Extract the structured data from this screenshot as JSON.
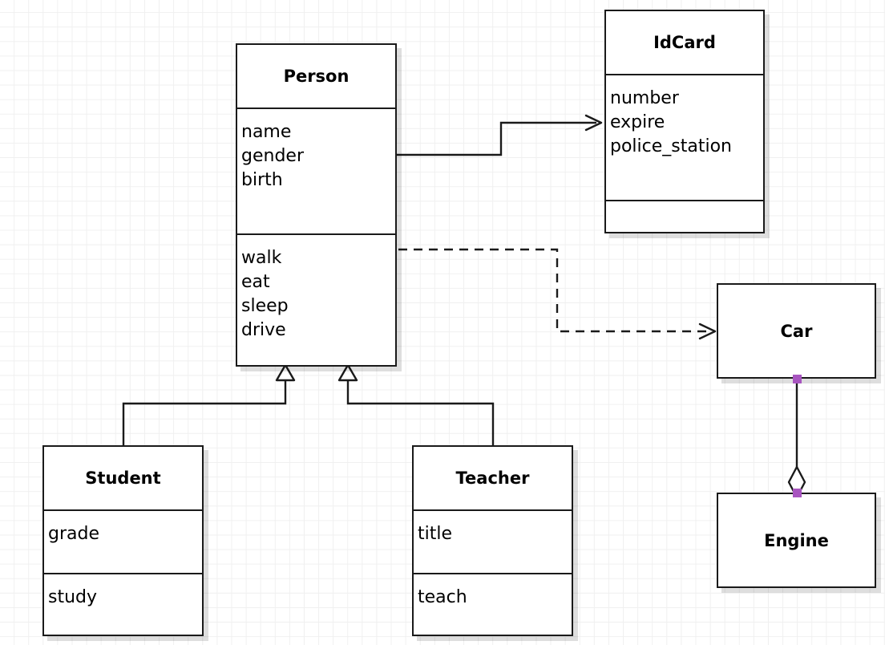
{
  "diagram": {
    "type": "uml-class-diagram",
    "background": "#ffffff",
    "grid_color": "#f0f0f0",
    "line_color": "#1a1a1a",
    "handle_color": "#a855c0",
    "classes": [
      {
        "id": "person",
        "name": "Person",
        "attributes": [
          "name",
          "gender",
          "birth"
        ],
        "methods": [
          "walk",
          "eat",
          "sleep",
          "drive"
        ]
      },
      {
        "id": "idcard",
        "name": "IdCard",
        "attributes": [
          "number",
          "expire",
          "police_station"
        ],
        "methods": []
      },
      {
        "id": "car",
        "name": "Car",
        "attributes": [],
        "methods": []
      },
      {
        "id": "engine",
        "name": "Engine",
        "attributes": [],
        "methods": []
      },
      {
        "id": "student",
        "name": "Student",
        "attributes": [
          "grade"
        ],
        "methods": [
          "study"
        ]
      },
      {
        "id": "teacher",
        "name": "Teacher",
        "attributes": [
          "title"
        ],
        "methods": [
          "teach"
        ]
      }
    ],
    "relationships": [
      {
        "id": "person-idcard",
        "kind": "association",
        "from": "Person",
        "to": "IdCard",
        "style": "solid",
        "arrowhead": "open"
      },
      {
        "id": "person-car",
        "kind": "dependency",
        "from": "Person",
        "to": "Car",
        "style": "dashed",
        "arrowhead": "open"
      },
      {
        "id": "student-person",
        "kind": "generalization",
        "from": "Student",
        "to": "Person",
        "style": "solid",
        "arrowhead": "hollow-triangle"
      },
      {
        "id": "teacher-person",
        "kind": "generalization",
        "from": "Teacher",
        "to": "Person",
        "style": "solid",
        "arrowhead": "hollow-triangle"
      },
      {
        "id": "car-engine",
        "kind": "aggregation",
        "from": "Car",
        "to": "Engine",
        "style": "solid",
        "arrowhead": "hollow-diamond",
        "selected": true
      }
    ]
  }
}
